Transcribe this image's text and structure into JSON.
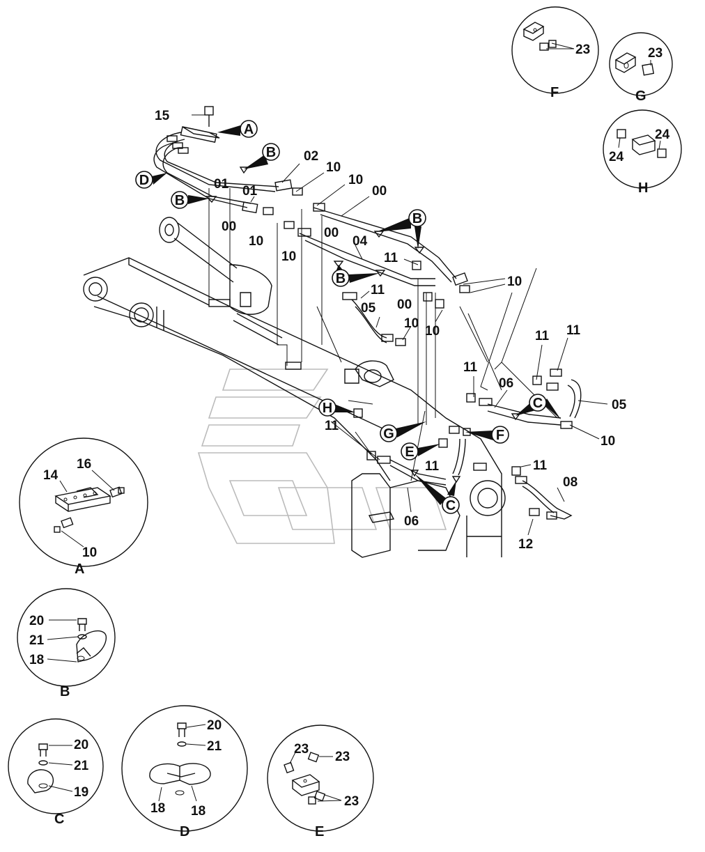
{
  "detail_views": [
    {
      "id": "A",
      "letter": "A",
      "parts": [
        "14",
        "16",
        "10"
      ]
    },
    {
      "id": "B",
      "letter": "B",
      "parts": [
        "20",
        "21",
        "18"
      ]
    },
    {
      "id": "C",
      "letter": "C",
      "parts": [
        "20",
        "21",
        "19"
      ]
    },
    {
      "id": "D",
      "letter": "D",
      "parts": [
        "20",
        "21",
        "18",
        "18"
      ]
    },
    {
      "id": "E",
      "letter": "E",
      "parts": [
        "23",
        "23",
        "23"
      ]
    },
    {
      "id": "F",
      "letter": "F",
      "parts": [
        "23"
      ]
    },
    {
      "id": "G",
      "letter": "G",
      "parts": [
        "23"
      ]
    },
    {
      "id": "H",
      "letter": "H",
      "parts": [
        "24",
        "24"
      ]
    }
  ],
  "main_labels": [
    "15",
    "02",
    "10",
    "01",
    "01",
    "00",
    "10",
    "10",
    "00",
    "00",
    "10",
    "04",
    "11",
    "11",
    "00",
    "05",
    "10",
    "10",
    "10",
    "11",
    "11",
    "11",
    "06",
    "05",
    "10",
    "11",
    "11",
    "11",
    "08",
    "06",
    "12"
  ],
  "callouts": [
    "A",
    "B",
    "D",
    "B",
    "B",
    "B",
    "C",
    "H",
    "G",
    "E",
    "F",
    "C"
  ]
}
